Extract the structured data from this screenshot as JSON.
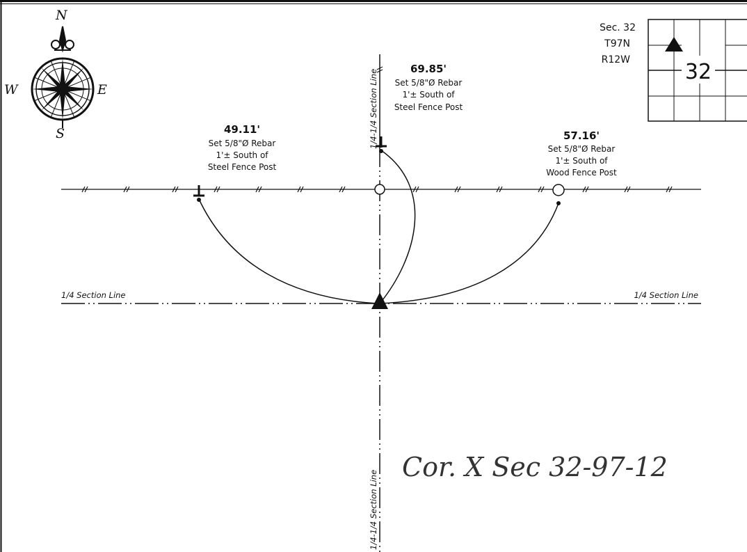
{
  "compass": {
    "north": "N",
    "south": "S",
    "east": "E",
    "west": "W"
  },
  "location": {
    "section": "Sec. 32",
    "township": "T97N",
    "range": "R12W",
    "map_number": "32"
  },
  "line_labels": {
    "quarter_left": "1/4 Section Line",
    "quarter_right": "1/4 Section Line",
    "sixteenth_top": "1/4-1/4 Section Line",
    "sixteenth_bottom": "1/4-1/4 Section Line"
  },
  "ties": {
    "left": {
      "distance": "49.11'",
      "lines": [
        "Set 5/8\"Ø Rebar",
        "1'± South of",
        "Steel Fence Post"
      ]
    },
    "top": {
      "distance": "69.85'",
      "lines": [
        "Set 5/8\"Ø Rebar",
        "1'± South of",
        "Steel Fence Post"
      ]
    },
    "right": {
      "distance": "57.16'",
      "lines": [
        "Set 5/8\"Ø Rebar",
        "1'± South of",
        "Wood Fence Post"
      ]
    }
  },
  "handwritten_note": "Cor. X Sec 32-97-12",
  "colors": {
    "ink": "#111111",
    "paper": "#ffffff",
    "pencil": "#333333"
  }
}
